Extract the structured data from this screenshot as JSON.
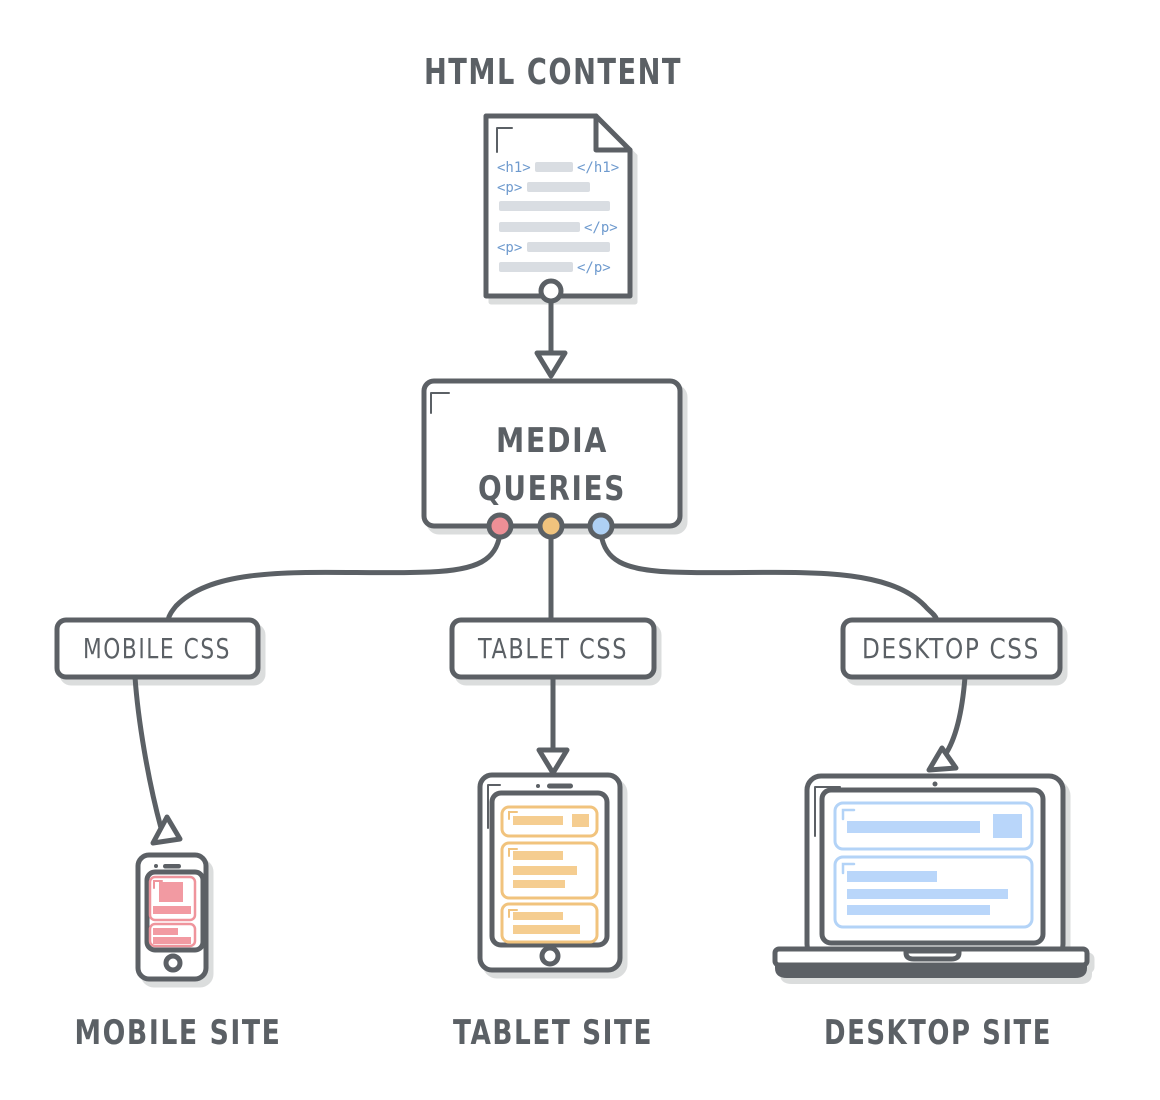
{
  "title": {
    "label": "HTML CONTENT"
  },
  "document": {
    "code": {
      "h1_open": "<h1>",
      "h1_close": "</h1>",
      "p_open": "<p>",
      "p_close": "</p>"
    }
  },
  "nodes": {
    "media_queries": {
      "lines": [
        "MEDIA",
        "QUERIES"
      ]
    },
    "mobile_css": {
      "label": "MOBILE CSS"
    },
    "tablet_css": {
      "label": "TABLET CSS"
    },
    "desktop_css": {
      "label": "DESKTOP CSS"
    }
  },
  "sites": {
    "mobile": {
      "label": "MOBILE SITE"
    },
    "tablet": {
      "label": "TABLET SITE"
    },
    "desktop": {
      "label": "DESKTOP SITE"
    }
  },
  "ports": [
    {
      "name": "mobile-port",
      "color": "#ee8f96"
    },
    {
      "name": "tablet-port",
      "color": "#f0c37d"
    },
    {
      "name": "desktop-port",
      "color": "#aed0f4"
    }
  ],
  "colors": {
    "stroke_dark": "#5b6065",
    "code_blue": "#6e9ace",
    "placeholder_gray": "#d9dde2",
    "mobile_pink": "#ee8f96",
    "tablet_orange": "#f0c37d",
    "desktop_blue": "#aed0f4"
  }
}
